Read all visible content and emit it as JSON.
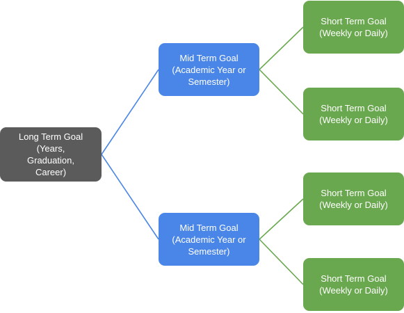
{
  "diagram": {
    "colors": {
      "long_fill": "#5b5b5b",
      "mid_fill": "#4a86e8",
      "short_fill": "#6aa84f",
      "mid_connector": "#4a86e8",
      "short_connector": "#6aa84f",
      "text": "#ffffff"
    },
    "long_term": {
      "label": "Long Term Goal\n(Years,\nGraduation,\nCareer)"
    },
    "mid_term": [
      {
        "label": "Mid Term Goal\n(Academic Year or\nSemester)"
      },
      {
        "label": "Mid Term Goal\n(Academic Year or\nSemester)"
      }
    ],
    "short_term": [
      {
        "label": "Short Term Goal\n(Weekly or Daily)"
      },
      {
        "label": "Short Term Goal\n(Weekly or Daily)"
      },
      {
        "label": "Short Term Goal\n(Weekly or Daily)"
      },
      {
        "label": "Short Term Goal\n(Weekly or Daily)"
      }
    ]
  }
}
